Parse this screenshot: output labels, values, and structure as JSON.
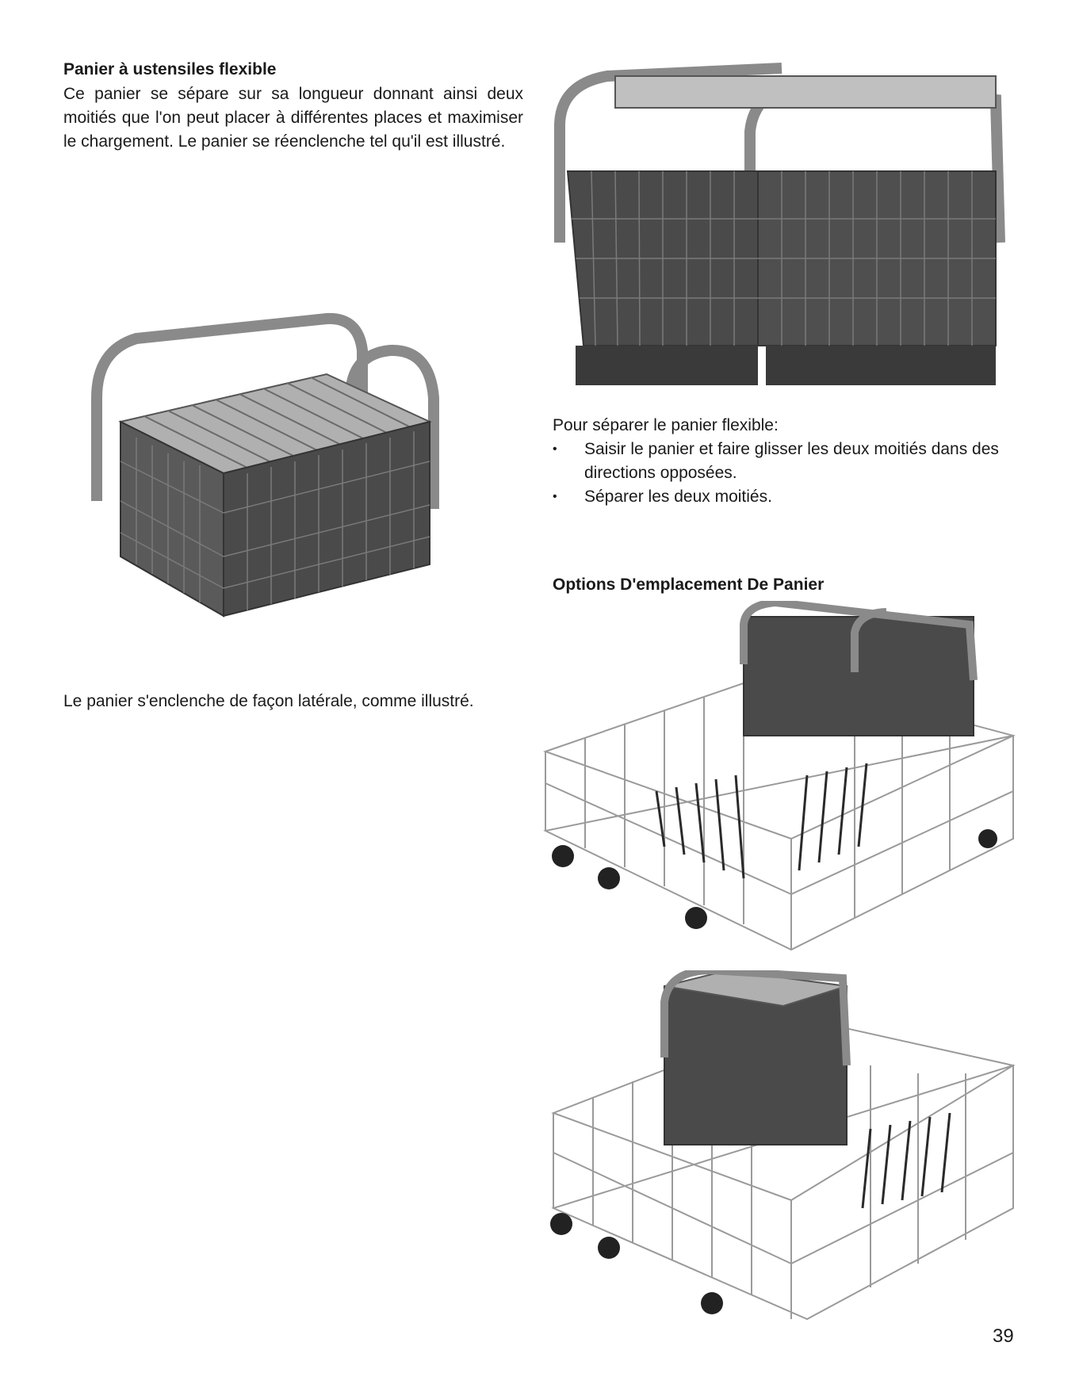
{
  "section1": {
    "title": "Panier à ustensiles flexible",
    "intro": "Ce panier se sépare sur sa longueur donnant ainsi deux moitiés que l'on peut placer à différentes places et maximiser le chargement. Le panier se réenclenche tel qu'il est illustré."
  },
  "caption_assembled": "Le panier s'enclenche de façon latérale, comme illustré.",
  "separate": {
    "lead": "Pour séparer le panier flexible:",
    "steps": [
      "Saisir le panier et faire glisser les deux moitiés dans des directions opposées.",
      "Séparer les deux moitiés."
    ]
  },
  "section2": {
    "title": "Options D'emplacement De Panier"
  },
  "page_number": "39",
  "colors": {
    "text": "#1a1a1a",
    "basket_dark": "#4a4a4a",
    "basket_mid": "#8a8a8a",
    "basket_light": "#c8c8c8",
    "rack_wire": "#9a9a9a"
  }
}
